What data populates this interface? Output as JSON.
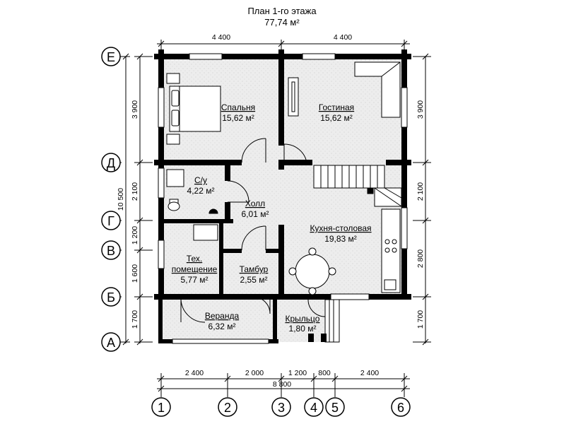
{
  "title": "План 1-го этажа",
  "total_area": "77,74 м²",
  "rooms": [
    {
      "name": "Спальня",
      "area": "15,62 м²"
    },
    {
      "name": "Гостиная",
      "area": "15,62 м²"
    },
    {
      "name": "С/у",
      "area": "4,22 м²"
    },
    {
      "name": "Холл",
      "area": "6,01 м²"
    },
    {
      "name": "Кухня-столовая",
      "area": "19,83 м²"
    },
    {
      "name": "Тех.",
      "name2": "помещение",
      "area": "5,77 м²"
    },
    {
      "name": "Тамбур",
      "area": "2,55 м²"
    },
    {
      "name": "Веранда",
      "area": "6,32 м²"
    },
    {
      "name": "Крыльцо",
      "area": "1,80 м²"
    }
  ],
  "dims_top": [
    "4 400",
    "4 400"
  ],
  "dims_bottom": [
    "2 400",
    "2 000",
    "1 200",
    "800",
    "2 400"
  ],
  "dim_bottom_total": "8 800",
  "dims_left": [
    "3 900",
    "2 100",
    "1 200",
    "1 600",
    "1 700"
  ],
  "dim_left_total": "10 500",
  "dims_right": [
    "3 900",
    "2 100",
    "2 800",
    "1 700"
  ],
  "axes_letters": [
    "Е",
    "Д",
    "Г",
    "В",
    "Б",
    "А"
  ],
  "axes_numbers": [
    "1",
    "2",
    "3",
    "4",
    "5",
    "6"
  ],
  "colors": {
    "wall": "#000000",
    "floor": "#ececec"
  }
}
